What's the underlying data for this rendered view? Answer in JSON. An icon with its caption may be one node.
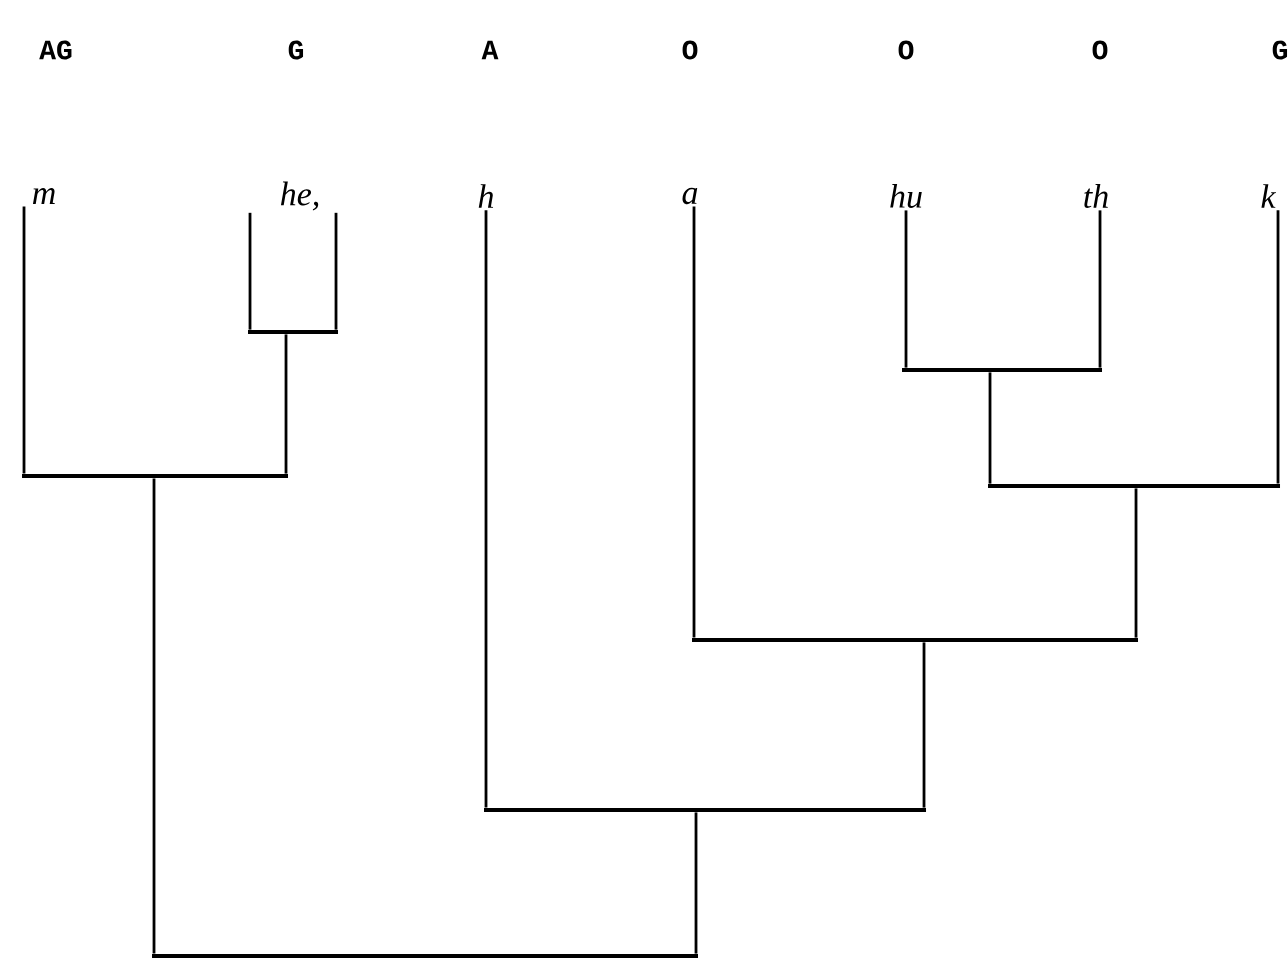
{
  "diagram": {
    "nodes": [
      {
        "text": [
          "m"
        ]
      },
      {
        "text": [
          "he,"
        ]
      },
      {
        "text": [
          "h"
        ]
      },
      {
        "text": [
          "a"
        ]
      },
      {
        "text": [
          "hu"
        ]
      },
      {
        "text": [
          "th"
        ]
      },
      {
        "text": [
          "k"
        ]
      },
      {
        "text": [],
        "shape": "bar"
      },
      {
        "text": [],
        "shape": "bar"
      },
      {
        "text": [],
        "shape": "bar"
      },
      {
        "text": [],
        "shape": "bar"
      },
      {
        "text": [],
        "shape": "bar"
      },
      {
        "text": [],
        "shape": "bar"
      },
      {
        "text": [],
        "shape": "bar"
      }
    ],
    "edges": [
      {
        "from": 1,
        "to": 7,
        "arrow": "none"
      },
      {
        "from": 1,
        "to": 7,
        "arrow": "none"
      },
      {
        "from": 4,
        "to": 8,
        "arrow": "none"
      },
      {
        "from": 5,
        "to": 8,
        "arrow": "none"
      },
      {
        "from": 0,
        "to": 9,
        "arrow": "none"
      },
      {
        "from": 7,
        "to": 9,
        "arrow": "none"
      },
      {
        "from": 8,
        "to": 10,
        "arrow": "none"
      },
      {
        "from": 6,
        "to": 10,
        "arrow": "none"
      },
      {
        "from": 3,
        "to": 11,
        "arrow": "none"
      },
      {
        "from": 10,
        "to": 11,
        "arrow": "none"
      },
      {
        "from": 2,
        "to": 12,
        "arrow": "none"
      },
      {
        "from": 11,
        "to": 12,
        "arrow": "none"
      },
      {
        "from": 9,
        "to": 13,
        "arrow": "none"
      },
      {
        "from": 12,
        "to": 13,
        "arrow": "none"
      }
    ],
    "labels": [
      "AG",
      "G",
      "A",
      "O",
      "O",
      "O",
      "G"
    ]
  }
}
